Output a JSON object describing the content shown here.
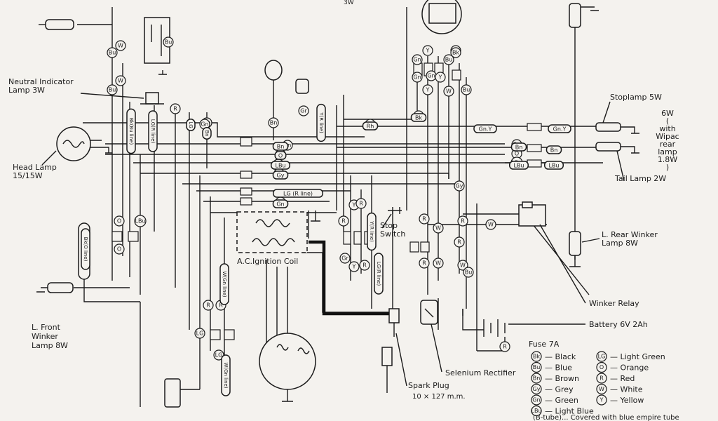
{
  "components": {
    "neutral_indicator": "Neutral Indicator\nLamp 3W",
    "head_lamp": "Head Lamp\n15/15W",
    "l_front_winker": "L. Front\nWinker\nLamp 8W",
    "stoplamp": "Stoplamp 5W",
    "wipac_note": "6W\n(\nwith\nWipac\nrear\nlamp\n1.8W\n)",
    "tail_lamp": "Tail Lamp 2W",
    "l_rear_winker": "L. Rear Winker\nLamp 8W",
    "winker_relay": "Winker Relay",
    "battery": "Battery 6V 2Ah",
    "fuse": "Fuse 7A",
    "ac_ignition_coil": "A.C.Ignition Coil",
    "stop_switch": "Stop\nSwitch",
    "selenium_rectifier": "Selenium Rectifier",
    "spark_plug": "Spark Plug",
    "spark_plug_size": "10 × 127 m.m.",
    "top_partial": "3W",
    "bottom_partial": "(B-tube)... Covered with blue empire tube"
  },
  "wire_labels": [
    "Bn",
    "O",
    "LBu",
    "Gy",
    "LG (R line)",
    "Gn",
    "Gn.Y",
    "Gn.Y",
    "Bn",
    "Bn",
    "LBu",
    "LBu",
    "Bk",
    "Rh"
  ],
  "tube_labels": [
    "Bk(Bu line)",
    "LG(R line)",
    "LG",
    "Bn",
    "Y(R line)",
    "Bk(O line)",
    "W(Gn line)",
    "W(Gn line)",
    "Y(R line)",
    "LG(R line)"
  ],
  "legend": {
    "left": [
      {
        "code": "Bk",
        "name": "Black"
      },
      {
        "code": "Bu",
        "name": "Blue"
      },
      {
        "code": "Bn",
        "name": "Brown"
      },
      {
        "code": "Gy",
        "name": "Grey"
      },
      {
        "code": "Gn",
        "name": "Green"
      },
      {
        "code": "LBu",
        "name": "Light Blue"
      }
    ],
    "right": [
      {
        "code": "LG",
        "name": "Light Green"
      },
      {
        "code": "O",
        "name": "Orange"
      },
      {
        "code": "R",
        "name": "Red"
      },
      {
        "code": "W",
        "name": "White"
      },
      {
        "code": "Y",
        "name": "Yellow"
      }
    ]
  },
  "wire_tags": [
    "Bu",
    "W",
    "W",
    "Bu",
    "Bu",
    "R",
    "Bn",
    "Gn",
    "Y",
    "Bk",
    "Gn",
    "Y",
    "Bk",
    "Gn",
    "Y",
    "W",
    "Bu",
    "Bk",
    "Bu",
    "Bn",
    "Gr",
    "Bn",
    "O",
    "LBu",
    "Bn",
    "O",
    "LBu",
    "Gy",
    "R",
    "O",
    "O",
    "LBu",
    "W",
    "R",
    "W",
    "R",
    "W",
    "R",
    "R",
    "Gy",
    "Y",
    "R",
    "Gr",
    "Y",
    "R",
    "R",
    "R",
    "LG",
    "LG",
    "R",
    "W",
    "Bu",
    "R",
    "Gn",
    "Gn"
  ]
}
